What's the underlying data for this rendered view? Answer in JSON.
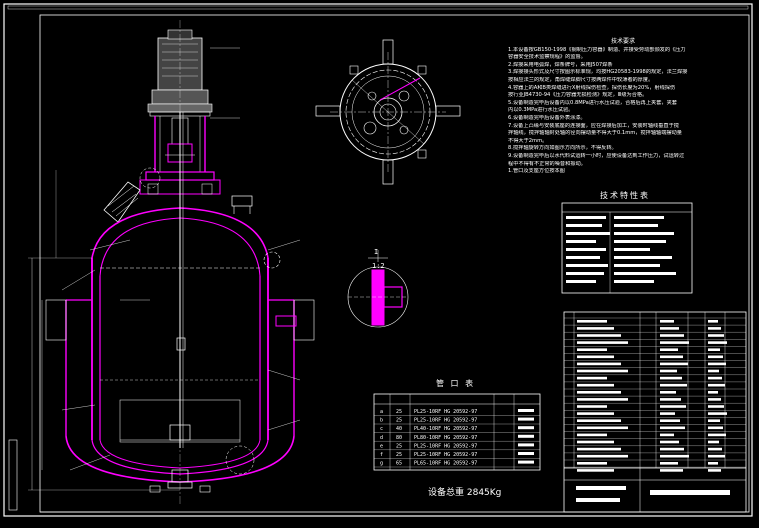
{
  "notes": {
    "title": "技术要求",
    "lines": [
      "1.本设备按GB150-1998《钢制压力容器》制造、并接受劳动部颁发的《压力",
      "容器安全技术监察规程》的监督。",
      "2.焊接采用电弧焊，焊条牌号，采用J507焊条",
      "3.焊接接头形式及尺寸按图示标准规，均按HG20583-1998的规定，法兰焊接",
      "按相应法兰的规定，角焊缝焊脚尺寸按两焊件中较薄者的厚度。",
      "4.容器上的A和B类焊缝进行X射线探伤检查，探伤长度为20%，射线探伤",
      "按行业JB4730-94《压力容器无损检测》规定，Ⅲ级为合格。",
      "5.设备制造完毕后设备内以0.8MPa进行水压试验，合格后再上夹套，夹套",
      "内以0.3MPa进行水压试验。",
      "6.设备制造完毕后设备外表涂漆。",
      "7.设备上凸缘与安装底座的连接面，应在焊接后加工，安装时轴线垂直于搅",
      "拌轴线，搅拌轴轴封处轴的径向摆动量不得大于0.1mm，搅拌轴轴端摆动量",
      "不得大于2mm。",
      "8.搅拌轴旋转方向如图示方向所示，不得反转。",
      "9.设备制造完毕后以水代料试运转一小时，应使设备达到工作压力，试运转过",
      "程中不得有不正常的噪音和振动。",
      "1.管口及支座方位按本图"
    ]
  },
  "tech_table_title": "技术特性表",
  "nozzle_table": {
    "title": "管 口 表",
    "rows": [
      [
        "a",
        "25",
        "PL25-10RF HG 20592-97"
      ],
      [
        "b",
        "25",
        "PL25-10RF HG 20592-97"
      ],
      [
        "c",
        "40",
        "PL40-10RF HG 20592-97"
      ],
      [
        "d",
        "80",
        "PL80-10RF HG 20592-97"
      ],
      [
        "e",
        "25",
        "PL25-10RF HG 20592-97"
      ],
      [
        "f",
        "25",
        "PL25-10RF HG 20592-97"
      ],
      [
        "g",
        "65",
        "PL65-10RF HG 20592-97"
      ]
    ]
  },
  "section_label": "1:2",
  "section_mark": "I",
  "weight_label": "设备总重  2845Kg",
  "colors": {
    "outline": "#ffffff",
    "vessel": "#ff00ff",
    "section": "#ff00ff",
    "frame": "#ffffff"
  }
}
